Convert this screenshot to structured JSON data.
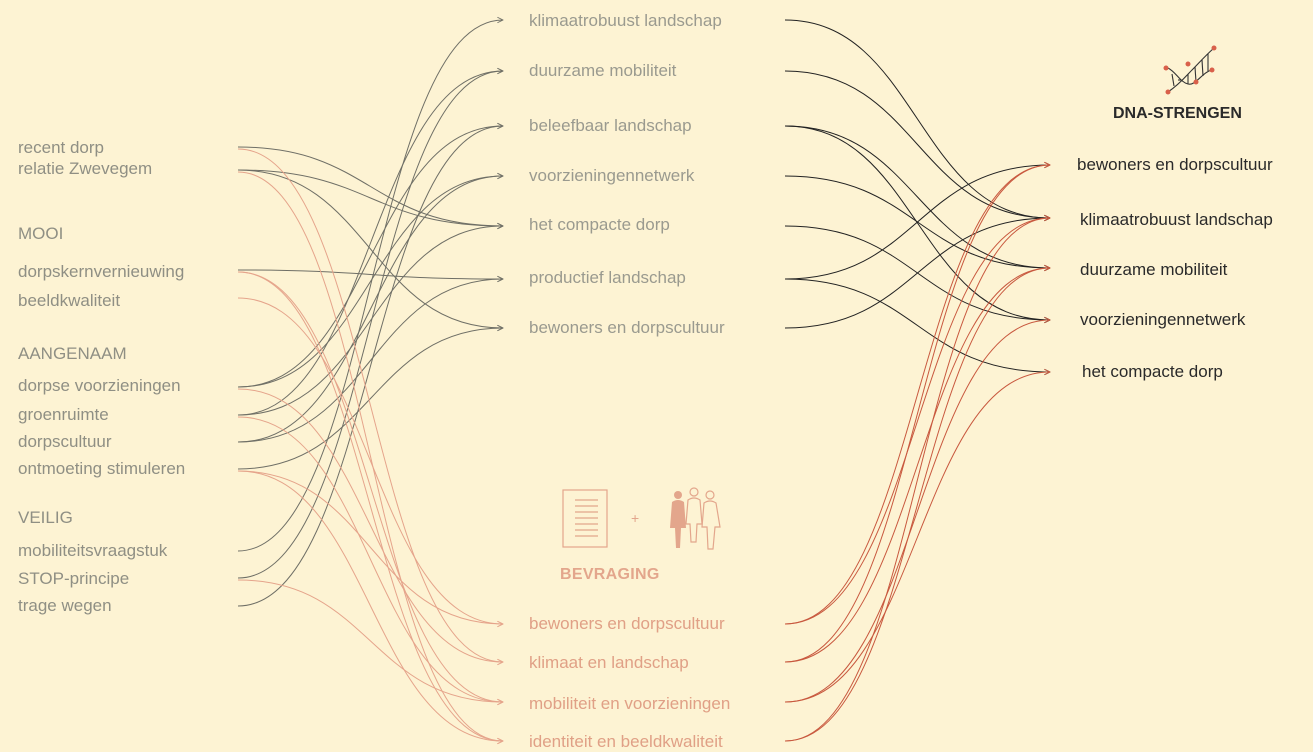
{
  "left_labels": [
    "recent dorp",
    "relatie Zwevegem",
    "MOOI",
    "dorpskernvernieuwing",
    "beeldkwaliteit",
    "AANGENAAM",
    "dorpse voorzieningen",
    "groenruimte",
    "dorpscultuur",
    "ontmoeting stimuleren",
    "VEILIG",
    "mobiliteitsvraagstuk",
    "STOP-principe",
    "trage wegen"
  ],
  "middle_labels": [
    "klimaatrobuust landschap",
    "duurzame mobiliteit",
    "beleefbaar landschap",
    "voorzieningennetwerk",
    "het compacte dorp",
    "productief landschap",
    "bewoners en dorpscultuur"
  ],
  "bevraging": {
    "title": "BEVRAGING",
    "plus": "+",
    "labels": [
      "bewoners en dorpscultuur",
      "klimaat en landschap",
      "mobiliteit en voorzieningen",
      "identiteit en beeldkwaliteit"
    ]
  },
  "dna": {
    "title": "DNA-STRENGEN",
    "labels": [
      "bewoners en dorpscultuur",
      "klimaatrobuust landschap",
      "duurzame mobiliteit",
      "voorzieningennetwerk",
      "het compacte dorp"
    ]
  },
  "colors": {
    "background": "#fdf3d3",
    "grey_line": "#6f6f66",
    "salmon_line": "#e5a48b",
    "dark_line": "#222222",
    "red_line": "#c8583e"
  }
}
